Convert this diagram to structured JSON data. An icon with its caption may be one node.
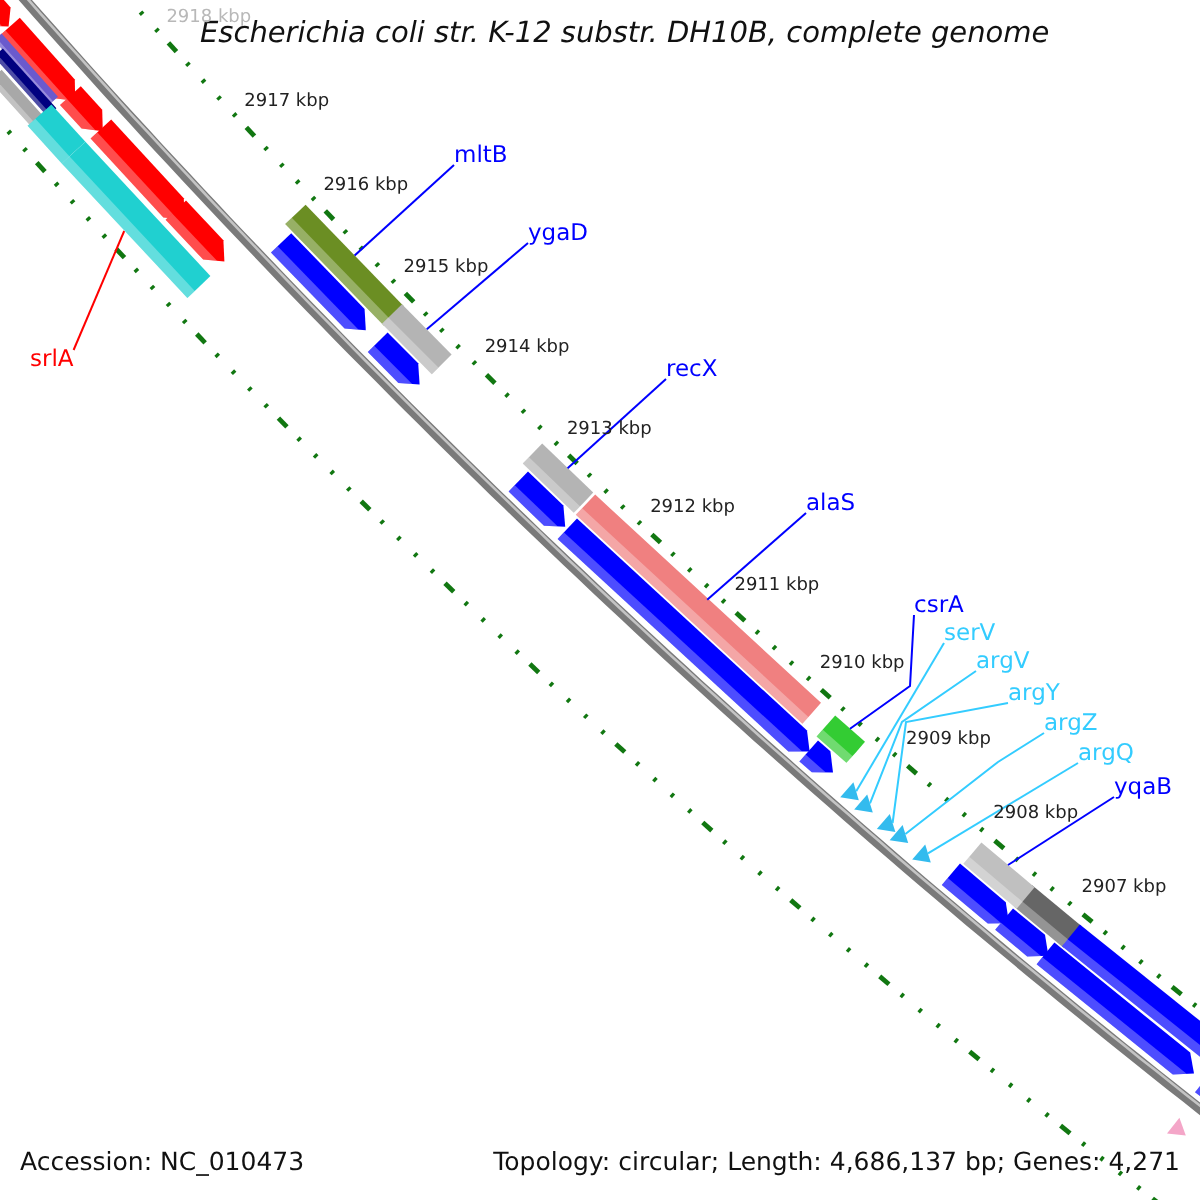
{
  "diagram": {
    "title": "Escherichia coli str. K-12 substr. DH10B, complete genome",
    "nodes": [
      {
        "text": [
          "mltB"
        ]
      },
      {
        "text": [
          "ygaD"
        ]
      },
      {
        "text": [
          "srlA"
        ]
      },
      {
        "text": [
          "recX"
        ]
      },
      {
        "text": [
          "alaS"
        ]
      },
      {
        "text": [
          "csrA"
        ]
      },
      {
        "text": [
          "serV"
        ]
      },
      {
        "text": [
          "argV"
        ]
      },
      {
        "text": [
          "argY"
        ]
      },
      {
        "text": [
          "argZ"
        ]
      },
      {
        "text": [
          "argQ"
        ]
      },
      {
        "text": [
          "yqaB"
        ]
      },
      {
        "text": [],
        "shape": "bar"
      },
      {
        "text": [],
        "shape": "bar"
      },
      {
        "text": [],
        "shape": "bar"
      },
      {
        "text": [],
        "shape": "bar"
      },
      {
        "text": [],
        "shape": "bar"
      },
      {
        "text": [],
        "shape": "bar"
      },
      {
        "text": [],
        "shape": "triangle"
      },
      {
        "text": [],
        "shape": "triangle"
      },
      {
        "text": [],
        "shape": "triangle"
      },
      {
        "text": [],
        "shape": "triangle"
      },
      {
        "text": [],
        "shape": "triangle"
      },
      {
        "text": [],
        "shape": "bar"
      }
    ],
    "edges": [
      {
        "from": 0,
        "to": 13,
        "arrow": "none"
      },
      {
        "from": 1,
        "to": 14,
        "arrow": "none"
      },
      {
        "from": 2,
        "to": 12,
        "arrow": "none",
        "color": "#ff0000"
      },
      {
        "from": 3,
        "to": 15,
        "arrow": "none"
      },
      {
        "from": 4,
        "to": 16,
        "arrow": "none"
      },
      {
        "from": 5,
        "to": 17,
        "arrow": "none"
      },
      {
        "from": 6,
        "to": 18,
        "arrow": "none",
        "color": "#33ccff"
      },
      {
        "from": 7,
        "to": 19,
        "arrow": "none",
        "color": "#33ccff"
      },
      {
        "from": 8,
        "to": 20,
        "arrow": "none",
        "color": "#33ccff"
      },
      {
        "from": 9,
        "to": 21,
        "arrow": "none",
        "color": "#33ccff"
      },
      {
        "from": 10,
        "to": 22,
        "arrow": "none",
        "color": "#33ccff"
      },
      {
        "from": 11,
        "to": 23,
        "arrow": "none"
      }
    ],
    "labels": [
      "2918 kbp",
      "2917 kbp",
      "2916 kbp",
      "2915 kbp",
      "2914 kbp",
      "2913 kbp",
      "2912 kbp",
      "2911 kbp",
      "2910 kbp",
      "2909 kbp",
      "2908 kbp",
      "2907 kbp",
      "Accession: NC_010473",
      "Topology: circular; Length: 4,686,137 bp; Genes: 4,271"
    ]
  }
}
